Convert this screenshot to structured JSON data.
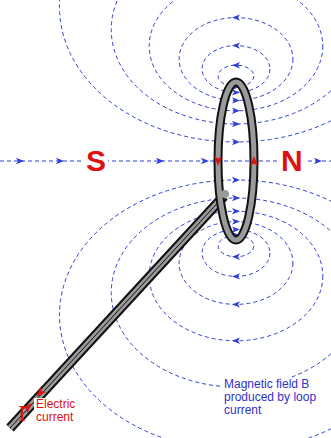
{
  "diagram": {
    "labels": [
      "S",
      "N",
      "I",
      "Electric current",
      "Magnetic field B produced by loop current"
    ]
  }
}
